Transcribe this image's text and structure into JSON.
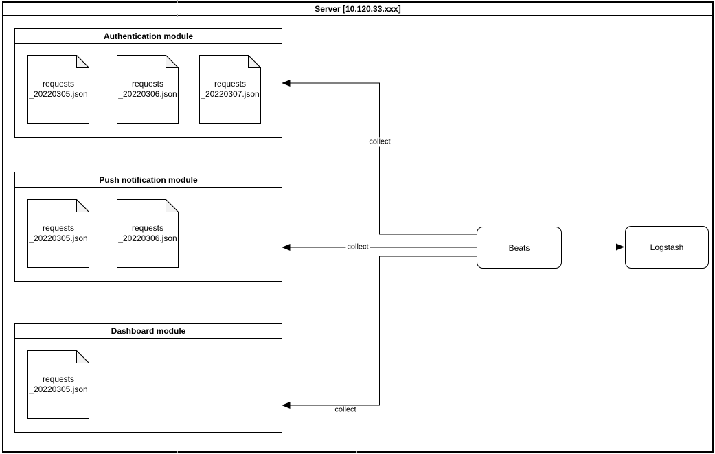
{
  "colors": {
    "stroke": "#000000",
    "background": "#ffffff",
    "note_fold": "#f2f2f2",
    "page_tick": "#b0b0b0"
  },
  "frame": {
    "title": "Server [10.120.33.xxx]"
  },
  "modules": [
    {
      "title": "Authentication module",
      "files": [
        {
          "name": "requests\n_20220305.json"
        },
        {
          "name": "requests\n_20220306.json"
        },
        {
          "name": "requests\n_20220307.json"
        }
      ]
    },
    {
      "title": "Push notification module",
      "files": [
        {
          "name": "requests\n_20220305.json"
        },
        {
          "name": "requests\n_20220306.json"
        }
      ]
    },
    {
      "title": "Dashboard module",
      "files": [
        {
          "name": "requests\n_20220305.json"
        }
      ]
    }
  ],
  "nodes": {
    "beats": {
      "label": "Beats"
    },
    "logstash": {
      "label": "Logstash"
    }
  },
  "connectors": [
    {
      "label": "collect",
      "from": "Beats",
      "to": "Authentication module"
    },
    {
      "label": "collect",
      "from": "Beats",
      "to": "Push notification module"
    },
    {
      "label": "collect",
      "from": "Beats",
      "to": "Dashboard module"
    },
    {
      "label": "",
      "from": "Beats",
      "to": "Logstash"
    }
  ]
}
